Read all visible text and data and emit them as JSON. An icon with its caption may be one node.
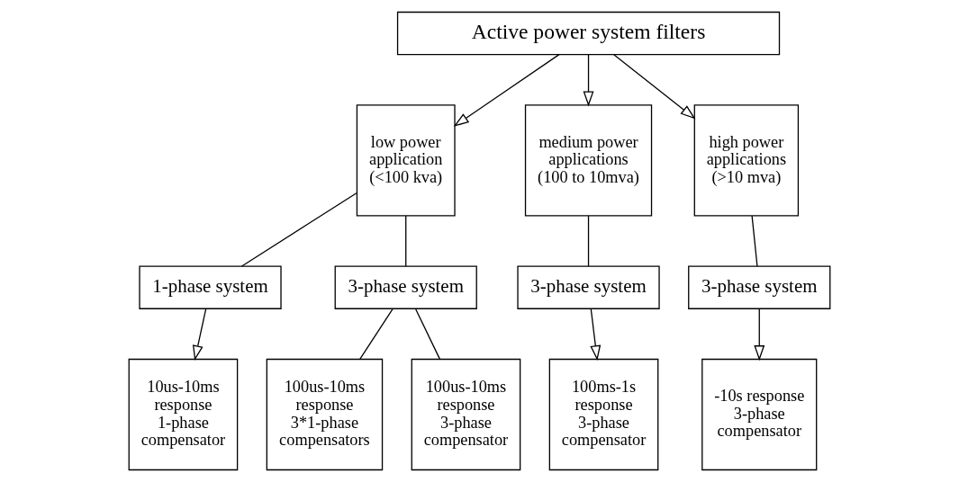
{
  "diagram": {
    "nodes": [
      {
        "text": [
          "Active power system filters"
        ]
      },
      {
        "text": [
          "low power application (<100 kva)"
        ]
      },
      {
        "text": [
          "medium power applications (100 to 10mva)"
        ]
      },
      {
        "text": [
          "high power applications (>10 mva)"
        ]
      },
      {
        "text": [
          "1-phase system"
        ]
      },
      {
        "text": [
          "3-phase system"
        ]
      },
      {
        "text": [
          "3-phase system"
        ]
      },
      {
        "text": [
          "3-phase system"
        ]
      },
      {
        "text": [
          "10us-10ms response 1-phase compensator"
        ]
      },
      {
        "text": [
          "100us-10ms response 3*1-phase compensators"
        ]
      },
      {
        "text": [
          "100us-10ms response 3-phase compensator"
        ]
      },
      {
        "text": [
          "100ms-1s response 3-phase compensator"
        ]
      },
      {
        "text": [
          "-10s response 3-phase compensator"
        ]
      }
    ],
    "edges": [
      {
        "from": 0,
        "to": 1,
        "arrow": "to"
      },
      {
        "from": 0,
        "to": 2,
        "arrow": "to"
      },
      {
        "from": 0,
        "to": 3,
        "arrow": "to"
      },
      {
        "from": 1,
        "to": 4,
        "arrow": "none"
      },
      {
        "from": 1,
        "to": 5,
        "arrow": "none"
      },
      {
        "from": 2,
        "to": 6,
        "arrow": "none"
      },
      {
        "from": 3,
        "to": 7,
        "arrow": "none"
      },
      {
        "from": 4,
        "to": 8,
        "arrow": "to"
      },
      {
        "from": 5,
        "to": 9,
        "arrow": "none"
      },
      {
        "from": 5,
        "to": 10,
        "arrow": "none"
      },
      {
        "from": 6,
        "to": 11,
        "arrow": "to"
      },
      {
        "from": 7,
        "to": 12,
        "arrow": "to"
      }
    ]
  }
}
